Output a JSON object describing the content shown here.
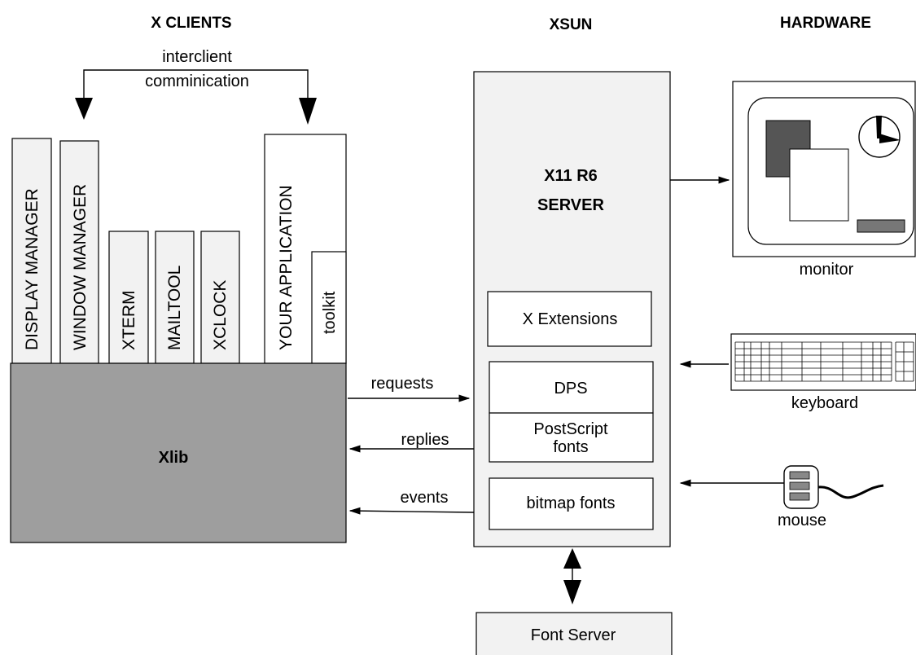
{
  "headers": {
    "clients": "X CLIENTS",
    "xsun": "XSUN",
    "hardware": "HARDWARE"
  },
  "interclient": {
    "line1": "interclient",
    "line2": "comminication"
  },
  "clients": {
    "display_manager": "DISPLAY MANAGER",
    "window_manager": "WINDOW MANAGER",
    "xterm": "XTERM",
    "mailtool": "MAILTOOL",
    "xclock": "XCLOCK",
    "your_application": "YOUR APPLICATION",
    "toolkit": "toolkit"
  },
  "xlib": {
    "label": "Xlib"
  },
  "messages": {
    "requests": "requests",
    "replies": "replies",
    "events": "events"
  },
  "server": {
    "line1": "X11 R6",
    "line2": "SERVER",
    "x_extensions": "X Extensions",
    "dps": "DPS",
    "postscript_line1": "PostScript",
    "postscript_line2": "fonts",
    "bitmap_fonts": "bitmap fonts"
  },
  "font_server": {
    "label": "Font Server"
  },
  "hardware": {
    "monitor": "monitor",
    "keyboard": "keyboard",
    "mouse": "mouse"
  }
}
